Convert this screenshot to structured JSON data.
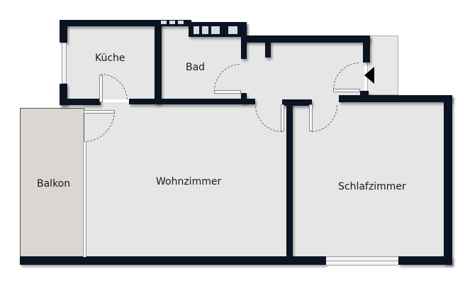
{
  "plan": {
    "rooms": [
      {
        "name": "kitchen",
        "label": "Küche"
      },
      {
        "name": "bathroom",
        "label": "Bad"
      },
      {
        "name": "balcony",
        "label": "Balkon"
      },
      {
        "name": "living-room",
        "label": "Wohnzimmer"
      },
      {
        "name": "bedroom",
        "label": "Schlafzimmer"
      }
    ],
    "entrance_marker": "entrance-arrow",
    "colors": {
      "wall": "#0b1423",
      "floor": "#e6e6e6",
      "balcony": "#d9d6d4",
      "background": "#ffffff"
    }
  }
}
